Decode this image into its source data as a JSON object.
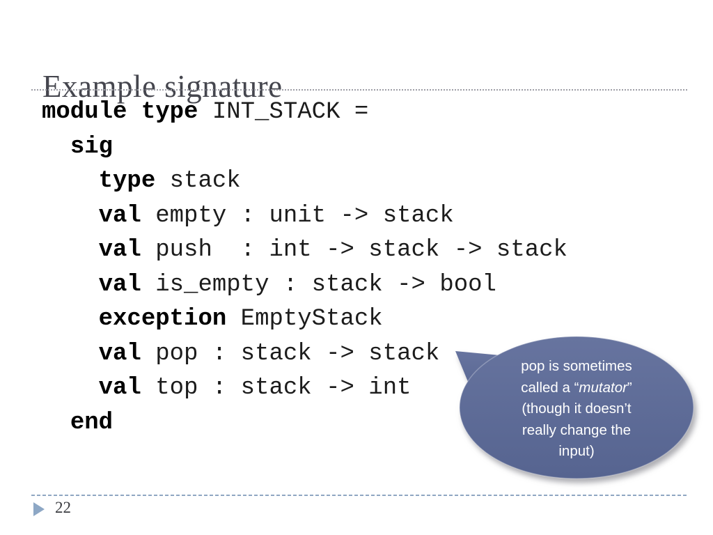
{
  "slide": {
    "title": "Example signature",
    "page_number": "22"
  },
  "code": {
    "lines": [
      [
        {
          "t": "module type",
          "b": true
        },
        {
          "t": " INT_STACK ="
        }
      ],
      [
        {
          "t": "  "
        },
        {
          "t": "sig",
          "b": true
        }
      ],
      [
        {
          "t": "    "
        },
        {
          "t": "type",
          "b": true
        },
        {
          "t": " stack"
        }
      ],
      [
        {
          "t": "    "
        },
        {
          "t": "val",
          "b": true
        },
        {
          "t": " empty : unit -> stack"
        }
      ],
      [
        {
          "t": "    "
        },
        {
          "t": "val",
          "b": true
        },
        {
          "t": " push  : int -> stack -> stack"
        }
      ],
      [
        {
          "t": "    "
        },
        {
          "t": "val",
          "b": true
        },
        {
          "t": " is_empty : stack -> bool"
        }
      ],
      [
        {
          "t": "    "
        },
        {
          "t": "exception",
          "b": true
        },
        {
          "t": " EmptyStack"
        }
      ],
      [
        {
          "t": "    "
        },
        {
          "t": "val",
          "b": true
        },
        {
          "t": " pop : stack -> stack"
        }
      ],
      [
        {
          "t": "    "
        },
        {
          "t": "val",
          "b": true
        },
        {
          "t": " top : stack -> int"
        }
      ],
      [
        {
          "t": "  "
        },
        {
          "t": "end",
          "b": true
        }
      ]
    ]
  },
  "callout": {
    "lines": [
      [
        {
          "t": "pop is sometimes"
        }
      ],
      [
        {
          "t": "called a “"
        },
        {
          "t": "mutator",
          "i": true
        },
        {
          "t": "”"
        }
      ],
      [
        {
          "t": "(though it doesn’t"
        }
      ],
      [
        {
          "t": "really change the"
        }
      ],
      [
        {
          "t": "input)"
        }
      ]
    ],
    "fill_top": "#67749f",
    "fill_bottom": "#566490",
    "text_color": "#ffffff"
  },
  "footer": {
    "arrow_icon": "triangle-right",
    "arrow_color": "#8da7c5"
  },
  "colors": {
    "title": "#45464e",
    "code": "#1c1c1c",
    "title_rule": "#9c9ca4",
    "footer_rule": "#8fa6c2",
    "page_number": "#3a3b40",
    "background": "#ffffff"
  }
}
